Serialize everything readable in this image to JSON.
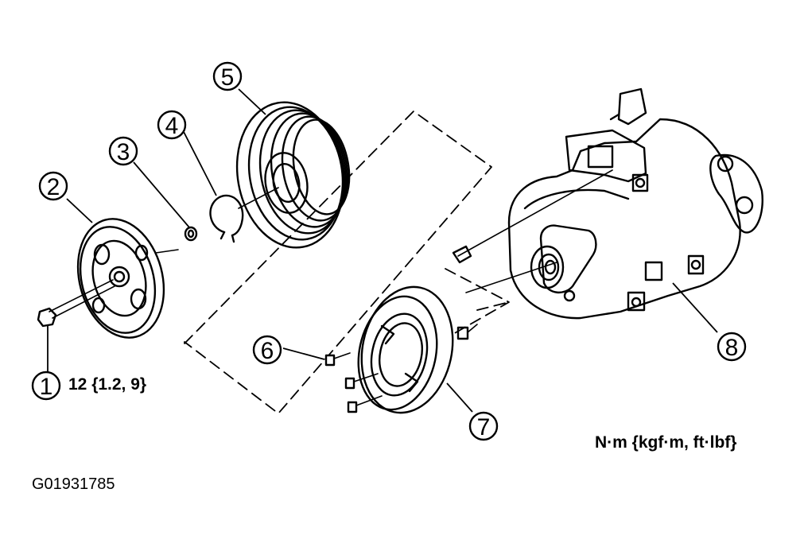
{
  "callouts": [
    "1",
    "2",
    "3",
    "4",
    "5",
    "6",
    "7",
    "8"
  ],
  "torque_spec": "12 {1.2, 9}",
  "units": "N·m {kgf·m, ft·lbf}",
  "figure_id": "G01931785",
  "colors": {
    "ink": "#000000",
    "paper": "#ffffff"
  }
}
